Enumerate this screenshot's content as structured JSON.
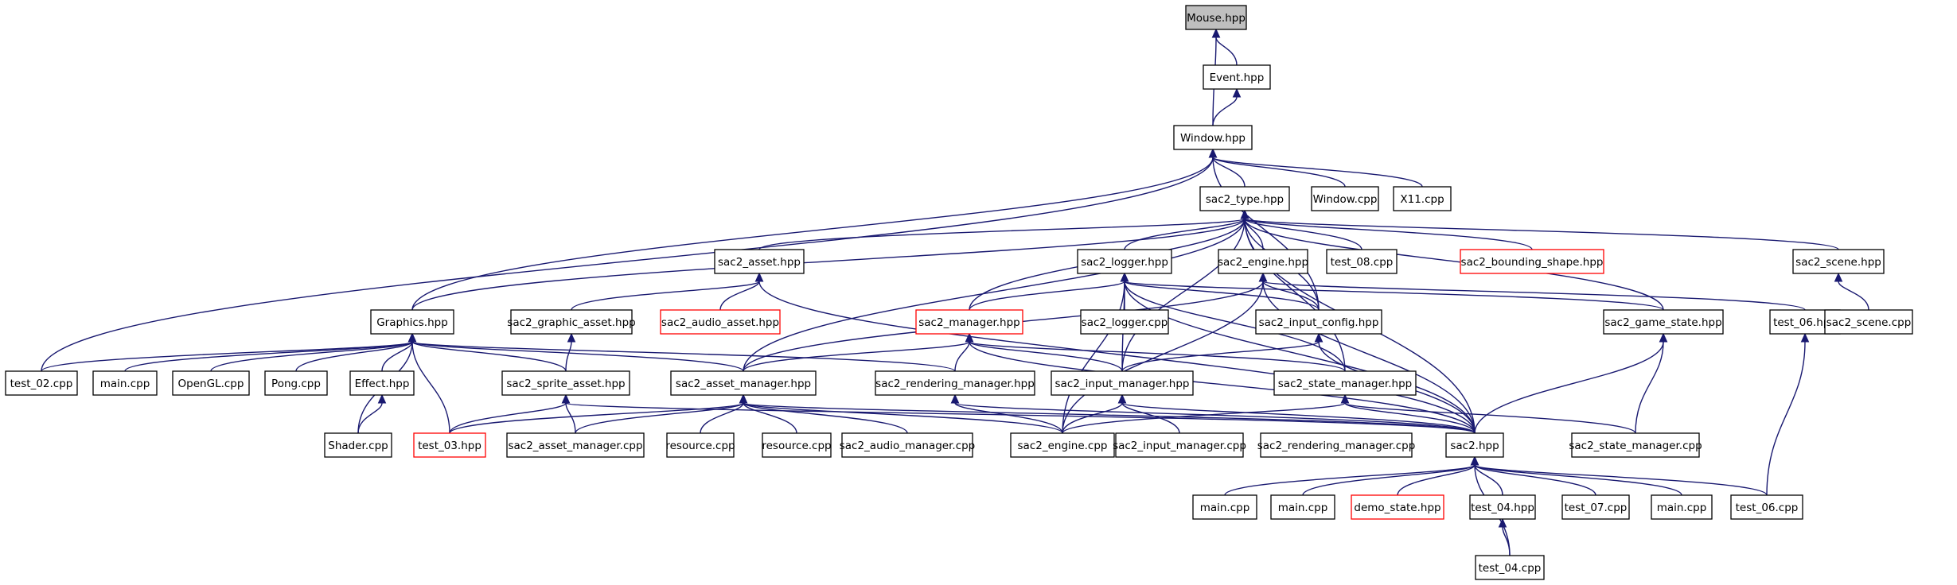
{
  "colors": {
    "edge": "#191970",
    "current_fill": "#bfbfbf",
    "incomplete_border": "#ff0000"
  },
  "nodes": [
    {
      "id": "n0",
      "label": "Mouse.hpp",
      "current": true
    },
    {
      "id": "n1",
      "label": "Event.hpp"
    },
    {
      "id": "n2",
      "label": "Window.hpp"
    },
    {
      "id": "n3",
      "label": "sac2_type.hpp"
    },
    {
      "id": "n4",
      "label": "Window.cpp"
    },
    {
      "id": "n5",
      "label": "X11.cpp"
    },
    {
      "id": "n6",
      "label": "sac2_asset.hpp"
    },
    {
      "id": "n7",
      "label": "sac2_logger.hpp"
    },
    {
      "id": "n8",
      "label": "sac2_engine.hpp"
    },
    {
      "id": "n9",
      "label": "test_08.cpp"
    },
    {
      "id": "n10",
      "label": "sac2_bounding_shape.hpp",
      "red": true
    },
    {
      "id": "n11",
      "label": "sac2_scene.hpp"
    },
    {
      "id": "n12",
      "label": "Graphics.hpp"
    },
    {
      "id": "n13",
      "label": "sac2_graphic_asset.hpp"
    },
    {
      "id": "n14",
      "label": "sac2_audio_asset.hpp",
      "red": true
    },
    {
      "id": "n15",
      "label": "sac2_manager.hpp",
      "red": true
    },
    {
      "id": "n16",
      "label": "sac2_logger.cpp"
    },
    {
      "id": "n17",
      "label": "sac2_input_config.hpp"
    },
    {
      "id": "n18",
      "label": "sac2_game_state.hpp"
    },
    {
      "id": "n19",
      "label": "test_06.hpp"
    },
    {
      "id": "n20",
      "label": "sac2_scene.cpp"
    },
    {
      "id": "n21",
      "label": "test_02.cpp"
    },
    {
      "id": "n22",
      "label": "main.cpp"
    },
    {
      "id": "n23",
      "label": "OpenGL.cpp"
    },
    {
      "id": "n24",
      "label": "Pong.cpp"
    },
    {
      "id": "n25",
      "label": "Effect.hpp"
    },
    {
      "id": "n26",
      "label": "sac2_sprite_asset.hpp"
    },
    {
      "id": "n27",
      "label": "sac2_asset_manager.hpp"
    },
    {
      "id": "n28",
      "label": "sac2_rendering_manager.hpp"
    },
    {
      "id": "n29",
      "label": "sac2_input_manager.hpp"
    },
    {
      "id": "n30",
      "label": "sac2_state_manager.hpp"
    },
    {
      "id": "n31",
      "label": "Shader.cpp"
    },
    {
      "id": "n32",
      "label": "test_03.hpp",
      "red": true
    },
    {
      "id": "n33",
      "label": "sac2_asset_manager.cpp"
    },
    {
      "id": "n34",
      "label": "resource.cpp"
    },
    {
      "id": "n35",
      "label": "resource.cpp"
    },
    {
      "id": "n36",
      "label": "sac2_audio_manager.cpp"
    },
    {
      "id": "n37",
      "label": "sac2_engine.cpp"
    },
    {
      "id": "n38",
      "label": "sac2_input_manager.cpp"
    },
    {
      "id": "n39",
      "label": "sac2_rendering_manager.cpp"
    },
    {
      "id": "n40",
      "label": "sac2.hpp"
    },
    {
      "id": "n41",
      "label": "sac2_state_manager.cpp"
    },
    {
      "id": "n42",
      "label": "main.cpp"
    },
    {
      "id": "n43",
      "label": "main.cpp"
    },
    {
      "id": "n44",
      "label": "demo_state.hpp",
      "red": true
    },
    {
      "id": "n45",
      "label": "test_04.hpp"
    },
    {
      "id": "n46",
      "label": "test_07.cpp"
    },
    {
      "id": "n47",
      "label": "main.cpp"
    },
    {
      "id": "n48",
      "label": "test_06.cpp"
    },
    {
      "id": "n49",
      "label": "test_04.cpp"
    }
  ],
  "edges": [
    [
      "n1",
      "n0"
    ],
    [
      "n2",
      "n0"
    ],
    [
      "n2",
      "n1"
    ],
    [
      "n3",
      "n2"
    ],
    [
      "n4",
      "n2"
    ],
    [
      "n5",
      "n2"
    ],
    [
      "n12",
      "n2"
    ],
    [
      "n21",
      "n2"
    ],
    [
      "n17",
      "n2"
    ],
    [
      "n6",
      "n3"
    ],
    [
      "n7",
      "n3"
    ],
    [
      "n8",
      "n3"
    ],
    [
      "n9",
      "n3"
    ],
    [
      "n10",
      "n3"
    ],
    [
      "n11",
      "n3"
    ],
    [
      "n12",
      "n3"
    ],
    [
      "n15",
      "n3"
    ],
    [
      "n17",
      "n3"
    ],
    [
      "n18",
      "n3"
    ],
    [
      "n27",
      "n3"
    ],
    [
      "n29",
      "n3"
    ],
    [
      "n30",
      "n3"
    ],
    [
      "n40",
      "n3"
    ],
    [
      "n13",
      "n6"
    ],
    [
      "n14",
      "n6"
    ],
    [
      "n40",
      "n6"
    ],
    [
      "n15",
      "n7"
    ],
    [
      "n16",
      "n7"
    ],
    [
      "n17",
      "n7"
    ],
    [
      "n18",
      "n7"
    ],
    [
      "n29",
      "n7"
    ],
    [
      "n30",
      "n7"
    ],
    [
      "n40",
      "n7"
    ],
    [
      "n37",
      "n7"
    ],
    [
      "n17",
      "n8"
    ],
    [
      "n19",
      "n8"
    ],
    [
      "n27",
      "n8"
    ],
    [
      "n40",
      "n8"
    ],
    [
      "n37",
      "n8"
    ],
    [
      "n20",
      "n11"
    ],
    [
      "n21",
      "n12"
    ],
    [
      "n22",
      "n12"
    ],
    [
      "n23",
      "n12"
    ],
    [
      "n24",
      "n12"
    ],
    [
      "n25",
      "n12"
    ],
    [
      "n31",
      "n12"
    ],
    [
      "n26",
      "n12"
    ],
    [
      "n27",
      "n12"
    ],
    [
      "n28",
      "n12"
    ],
    [
      "n32",
      "n12"
    ],
    [
      "n26",
      "n13"
    ],
    [
      "n27",
      "n15"
    ],
    [
      "n28",
      "n15"
    ],
    [
      "n29",
      "n15"
    ],
    [
      "n30",
      "n15"
    ],
    [
      "n40",
      "n15"
    ],
    [
      "n29",
      "n17"
    ],
    [
      "n40",
      "n17"
    ],
    [
      "n40",
      "n18"
    ],
    [
      "n41",
      "n18"
    ],
    [
      "n48",
      "n19"
    ],
    [
      "n31",
      "n25"
    ],
    [
      "n32",
      "n26"
    ],
    [
      "n33",
      "n26"
    ],
    [
      "n40",
      "n26"
    ],
    [
      "n32",
      "n27"
    ],
    [
      "n33",
      "n27"
    ],
    [
      "n34",
      "n27"
    ],
    [
      "n35",
      "n27"
    ],
    [
      "n36",
      "n27"
    ],
    [
      "n37",
      "n27"
    ],
    [
      "n40",
      "n27"
    ],
    [
      "n37",
      "n28"
    ],
    [
      "n40",
      "n28"
    ],
    [
      "n37",
      "n29"
    ],
    [
      "n38",
      "n29"
    ],
    [
      "n40",
      "n29"
    ],
    [
      "n37",
      "n30"
    ],
    [
      "n40",
      "n30"
    ],
    [
      "n41",
      "n30"
    ],
    [
      "n42",
      "n40"
    ],
    [
      "n43",
      "n40"
    ],
    [
      "n44",
      "n40"
    ],
    [
      "n45",
      "n40"
    ],
    [
      "n46",
      "n40"
    ],
    [
      "n47",
      "n40"
    ],
    [
      "n48",
      "n40"
    ],
    [
      "n49",
      "n40"
    ],
    [
      "n49",
      "n45"
    ]
  ]
}
